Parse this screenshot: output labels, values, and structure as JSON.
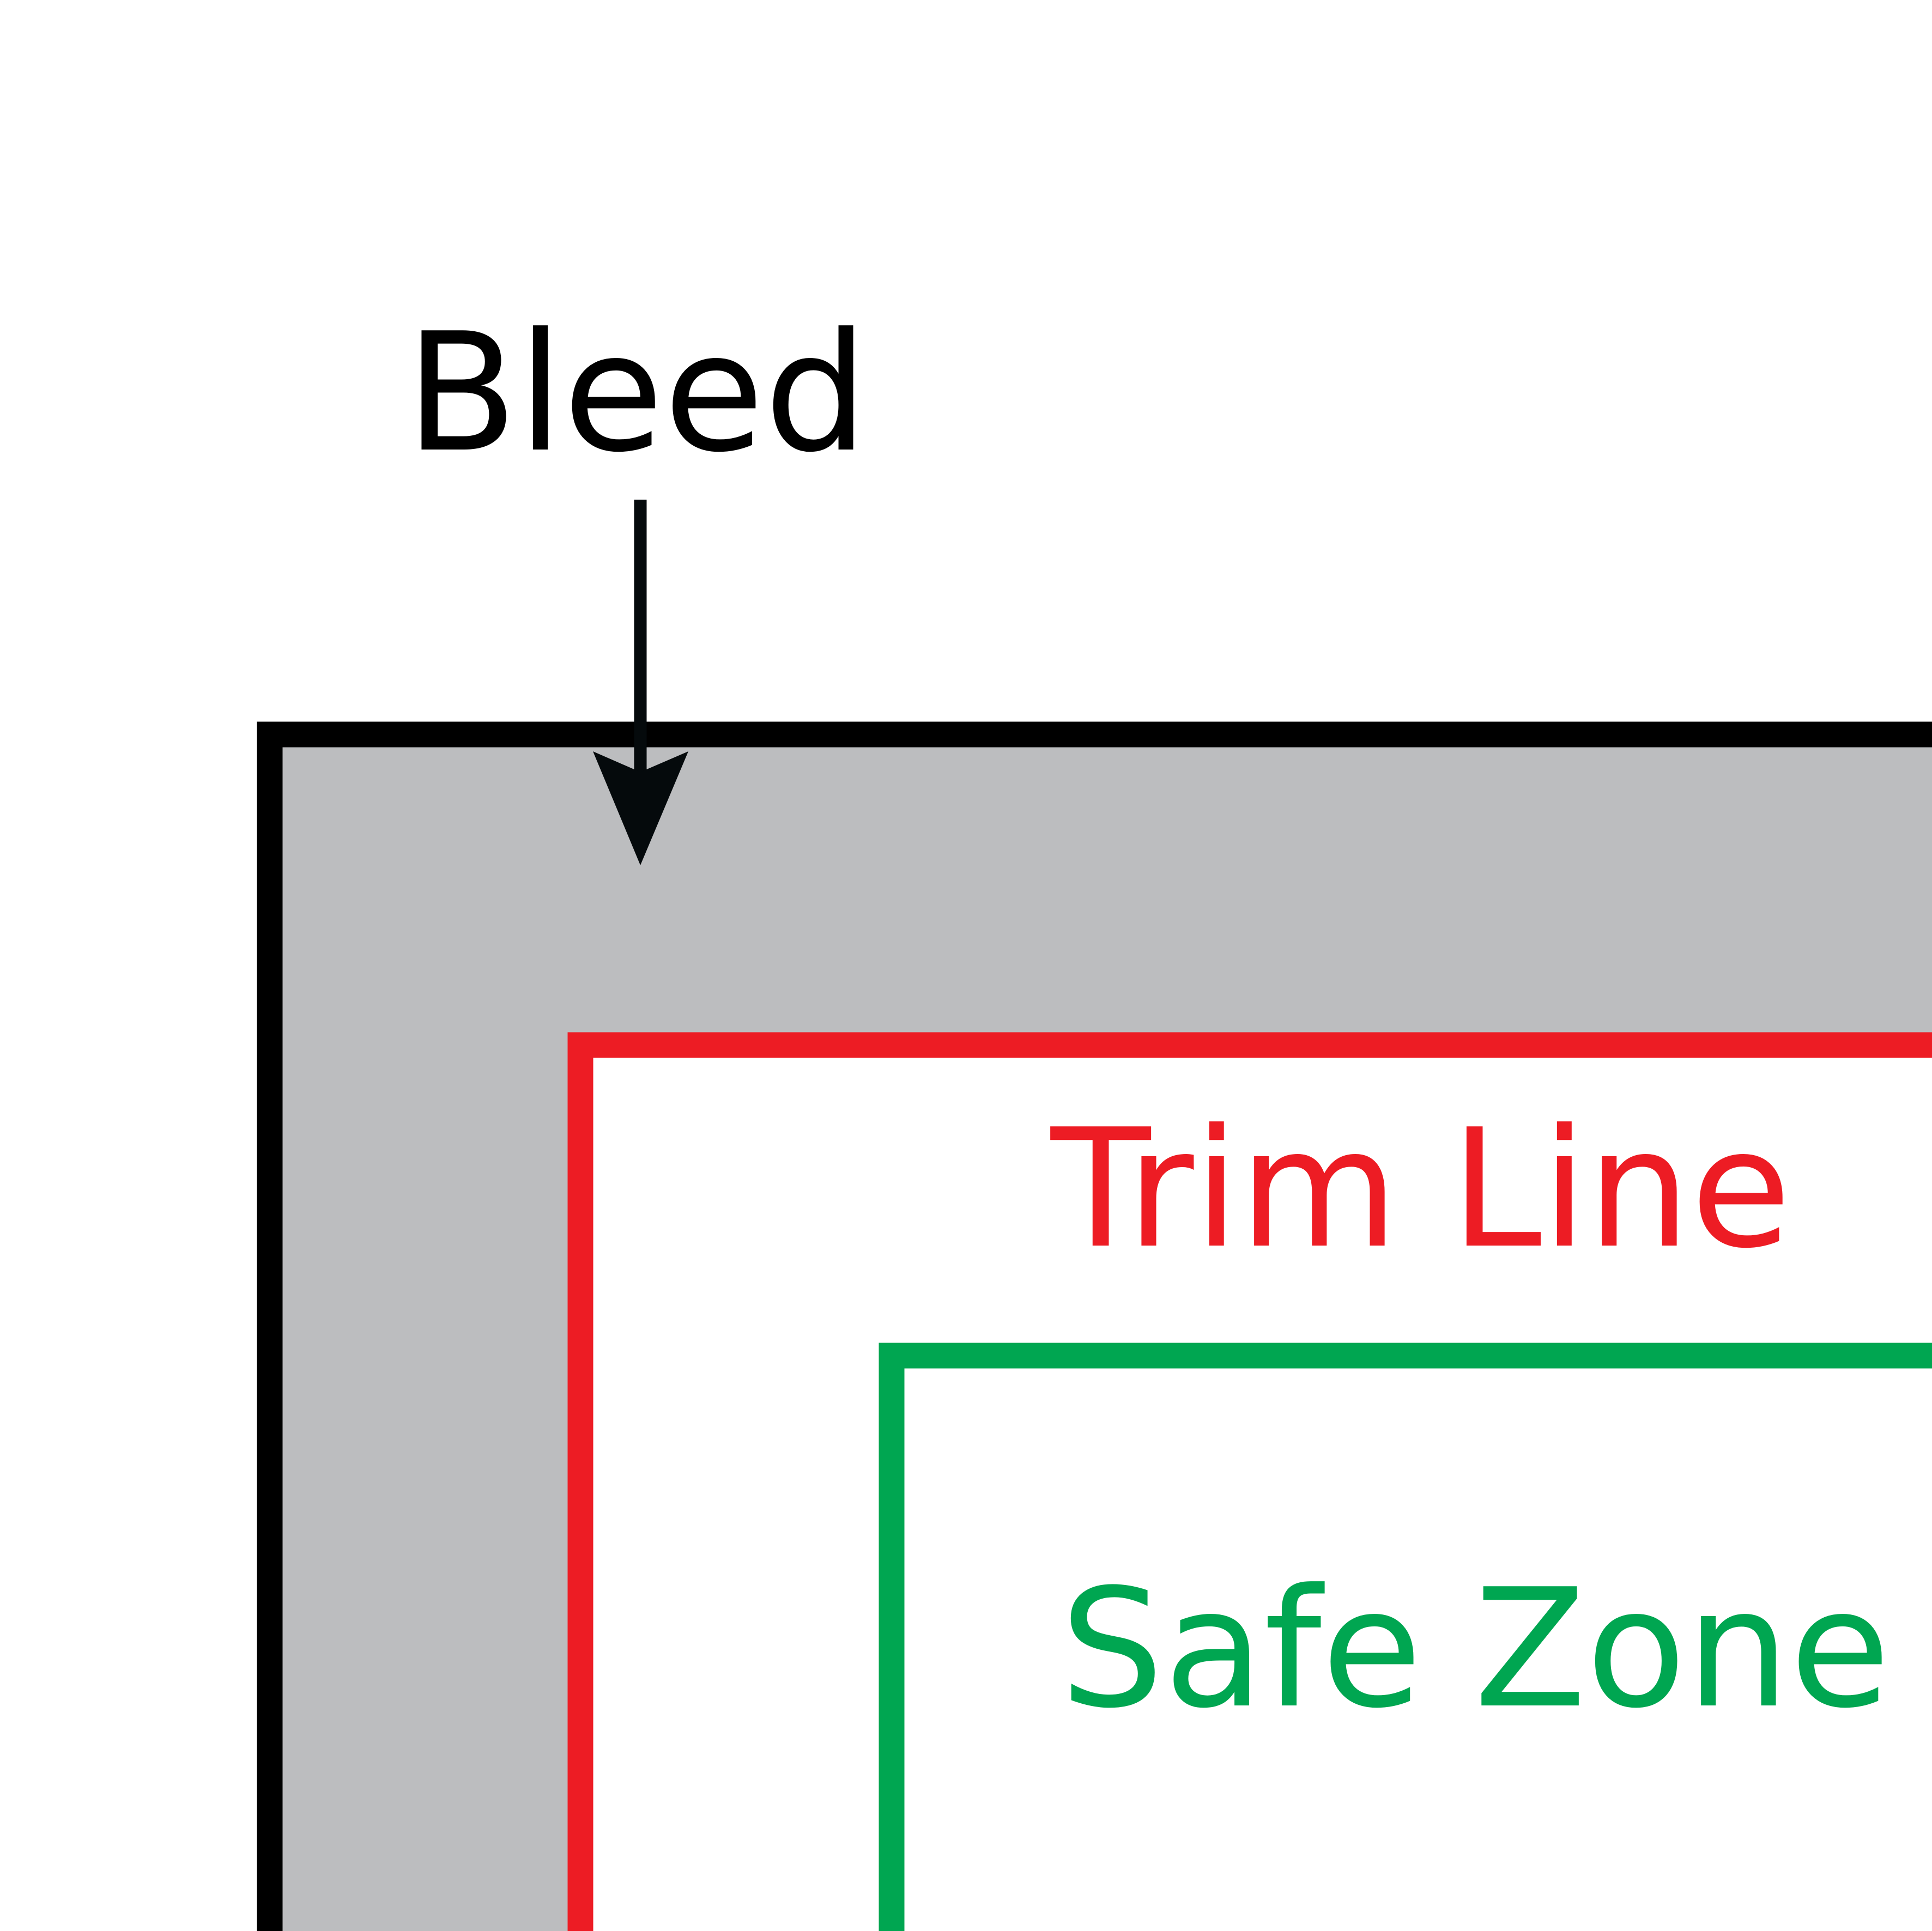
{
  "labels": {
    "bleed": "Bleed",
    "trim_line": "Trim Line",
    "safe_zone": "Safe Zone"
  },
  "colors": {
    "background": "#ffffff",
    "bleed_fill": "#bcbdbf",
    "bleed_line": "#000000",
    "trim_line": "#ed1c24",
    "safe_zone_line": "#00a651",
    "bleed_text": "#000000",
    "trim_text": "#ed1c24",
    "safe_text": "#00a651",
    "arrow": "#050a0c"
  }
}
